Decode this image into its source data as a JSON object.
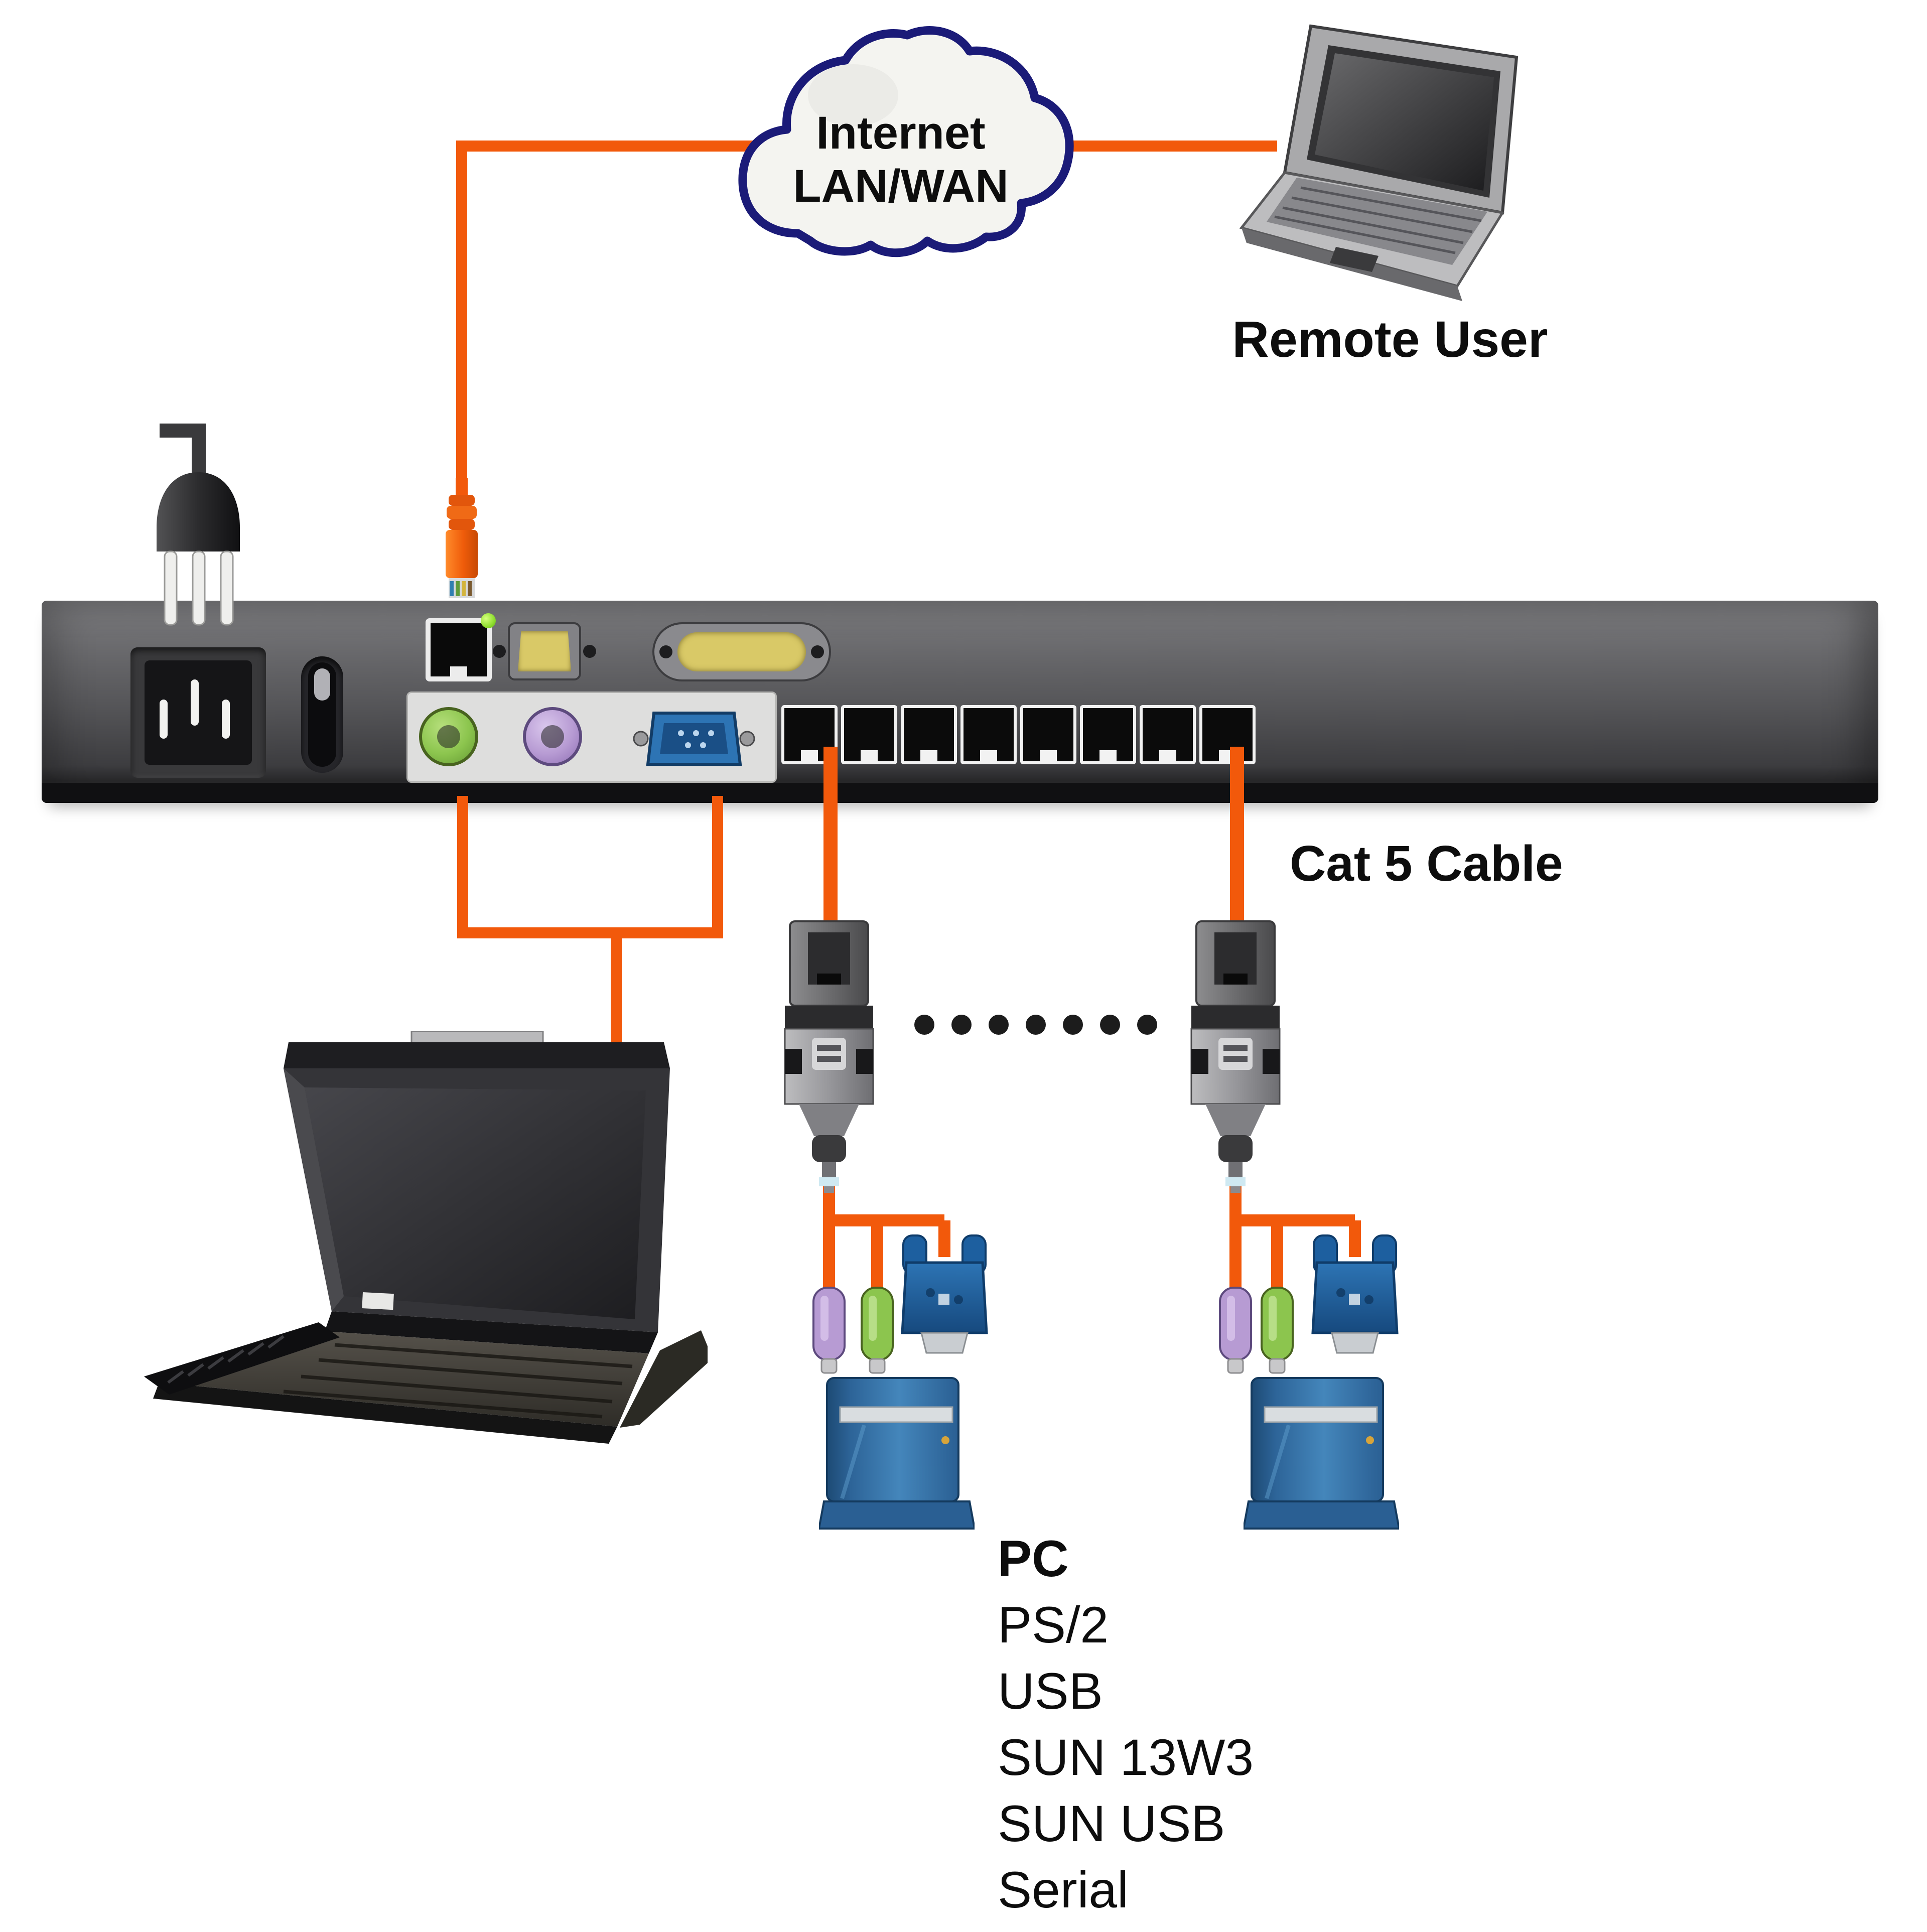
{
  "diagram": {
    "cloud": {
      "line1": "Internet",
      "line2": "LAN/WAN"
    },
    "labels": {
      "remote_user": "Remote User",
      "cat5_cable": "Cat 5 Cable"
    },
    "pc_label_lines": [
      "PC",
      "PS/2",
      "USB",
      "SUN 13W3",
      "SUN USB",
      "Serial"
    ],
    "kvm_switch": {
      "cat5_port_count": 8,
      "rear_ports": [
        "power-inlet",
        "power-switch",
        "lan-rj45",
        "serial-db9",
        "lpt-db25",
        "console-keyboard-ps2-green",
        "console-mouse-ps2-purple",
        "console-vga-blue"
      ]
    },
    "components": [
      "power-plug",
      "internet-cloud",
      "remote-user-laptop",
      "kvm-switch-rear",
      "lcd-console-drawer",
      "kvm-adapter-dongle",
      "ps2-purple-connector",
      "ps2-green-connector",
      "vga-connector",
      "pc-tower",
      "pc-tower"
    ],
    "separator_dots": 7,
    "colors": {
      "cable_orange": "#F2590B",
      "cloud_outline": "#1B1B78",
      "cloud_fill": "#F4F4F0",
      "kvm_bar_gray": "#555558",
      "ps2_green": "#8CC54E",
      "ps2_purple": "#B79BD3",
      "vga_blue": "#2367A8",
      "pc_tower_blue": "#3579B2",
      "label_text": "#0D0D0D",
      "led_green": "#8EDE2E"
    }
  }
}
